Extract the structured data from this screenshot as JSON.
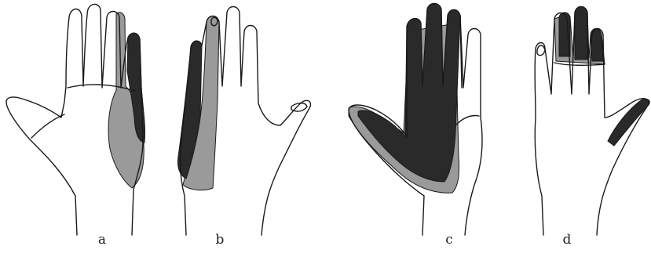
{
  "figure": {
    "panels": [
      {
        "label": "a",
        "shading": {
          "dark": "#2a2a2a",
          "grey": "#9a9a9a"
        }
      },
      {
        "label": "b",
        "shading": {
          "dark": "#2a2a2a",
          "grey": "#9a9a9a"
        }
      },
      {
        "label": "c",
        "shading": {
          "dark": "#2a2a2a",
          "grey": "#9a9a9a"
        }
      },
      {
        "label": "d",
        "shading": {
          "dark": "#2a2a2a",
          "grey": "#9a9a9a"
        }
      }
    ]
  }
}
